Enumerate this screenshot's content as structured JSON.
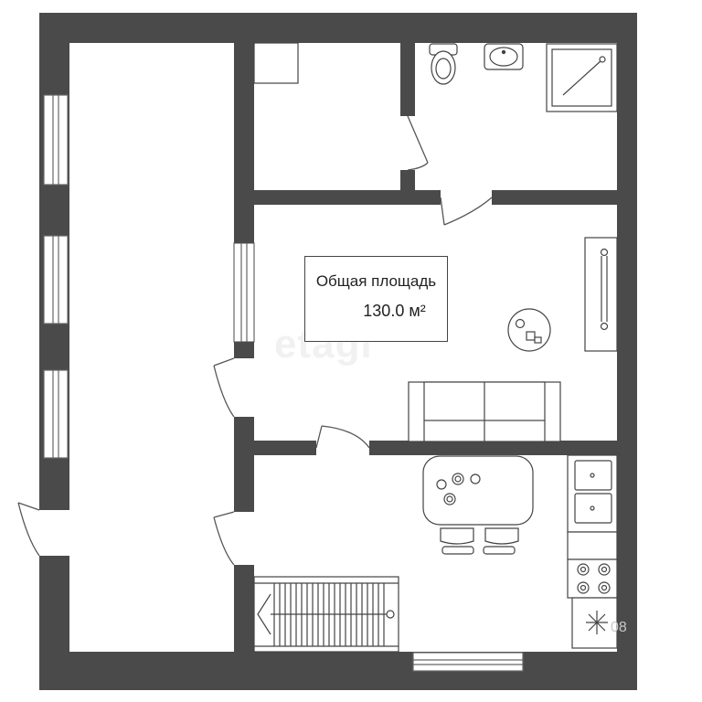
{
  "area_label": {
    "title": "Общая площадь",
    "value": "130.0 м²"
  },
  "watermark": "etagi",
  "watermark_corner": "08",
  "colors": {
    "wall": "#4a4a4a",
    "line": "#555555",
    "background": "#ffffff"
  },
  "rooms": [
    "left-hall",
    "storage-room",
    "bathroom",
    "living-room",
    "kitchen",
    "stair-hall"
  ],
  "fixtures": [
    "toilet",
    "sink",
    "shower",
    "sofa",
    "tv-stand",
    "round-table",
    "dining-table",
    "chair",
    "chair",
    "double-sink",
    "stove",
    "fridge",
    "staircase"
  ]
}
